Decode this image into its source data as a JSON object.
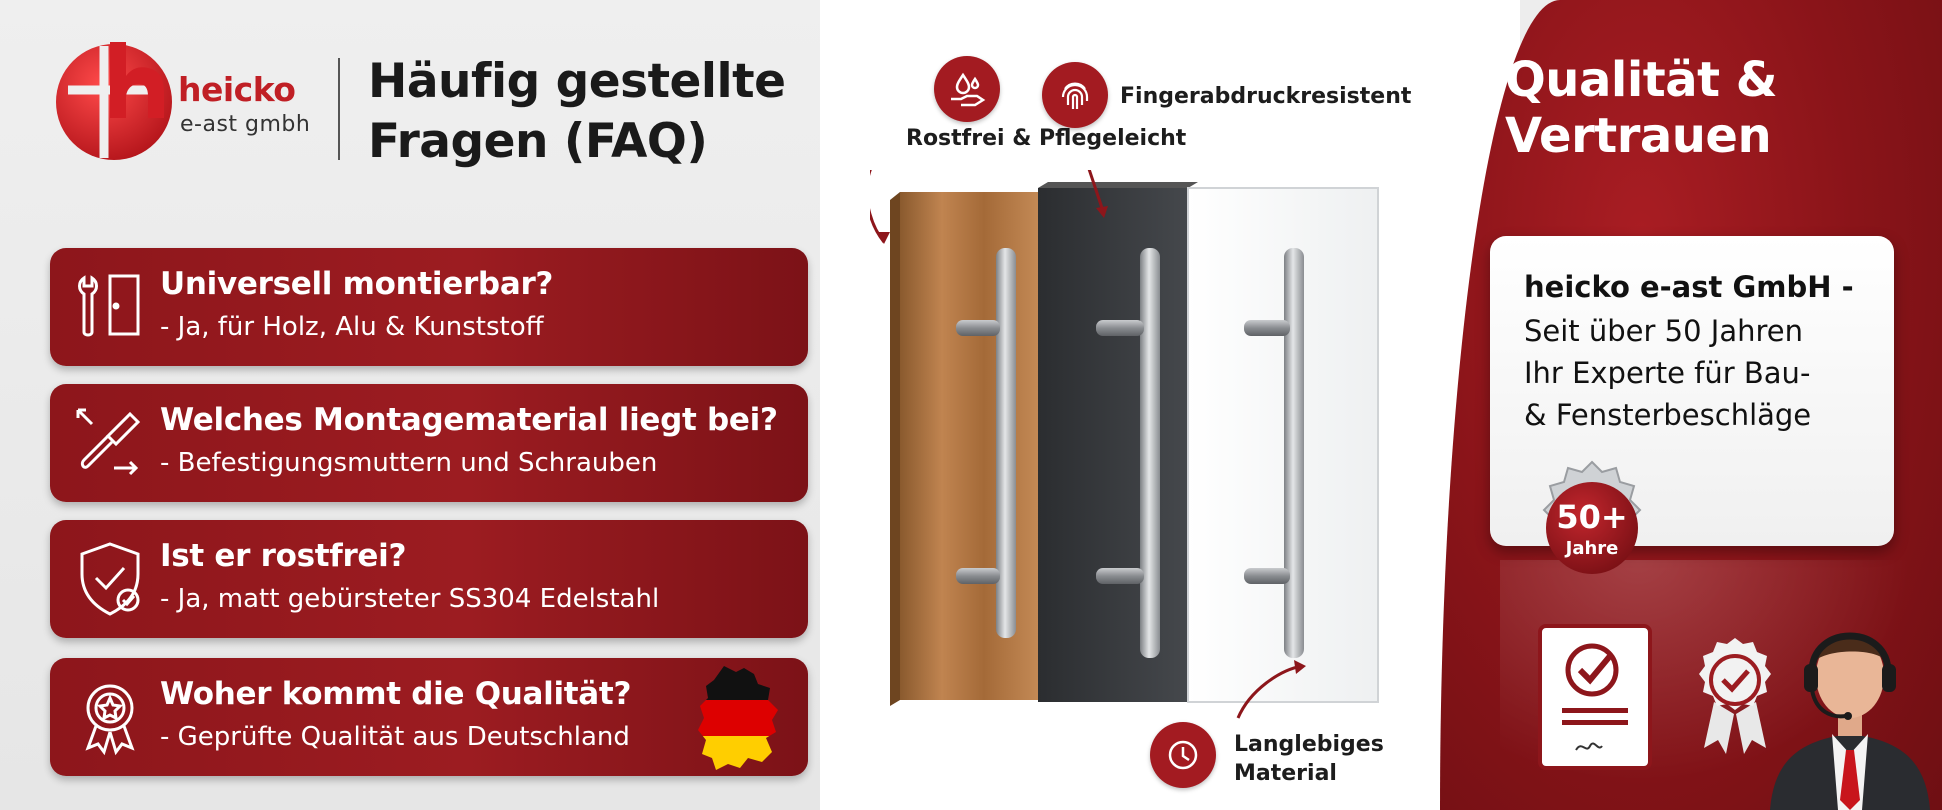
{
  "brand": {
    "name": "heicko",
    "subtitle": "e-ast gmbh",
    "color": "#c01f25"
  },
  "faq_title": "Häufig gestellte Fragen (FAQ)",
  "faq": [
    {
      "icon": "wrench-door-icon",
      "question": "Universell montierbar?",
      "answer": "- Ja, für Holz, Alu & Kunststoff"
    },
    {
      "icon": "screwdriver-icon",
      "question": "Welches Montagematerial liegt bei?",
      "answer": "- Befestigungsmuttern und Schrauben"
    },
    {
      "icon": "shield-check-icon",
      "question": "Ist er rostfrei?",
      "answer": "- Ja, matt gebürsteter SS304 Edelstahl"
    },
    {
      "icon": "quality-medal-icon",
      "question": "Woher kommt die Qualität?",
      "answer": "- Geprüfte Qualität aus Deutschland"
    }
  ],
  "callouts": {
    "rust": "Rostfrei & Pflegeleicht",
    "fingerprint": "Fingerabdruckresistent",
    "durable": "Langlebiges Material"
  },
  "right": {
    "title": "Qualität & Vertrauen",
    "card_headline": "heicko e-ast GmbH -",
    "card_lines": [
      "Seit über 50 Jahren",
      "Ihr Experte für Bau-",
      "& Fensterbeschläge"
    ],
    "badge_number": "50+",
    "badge_label": "Jahre"
  },
  "colors": {
    "primary_red": "#9c1c21",
    "dark_red": "#6f0f13",
    "panel_gray": "#ededed"
  }
}
